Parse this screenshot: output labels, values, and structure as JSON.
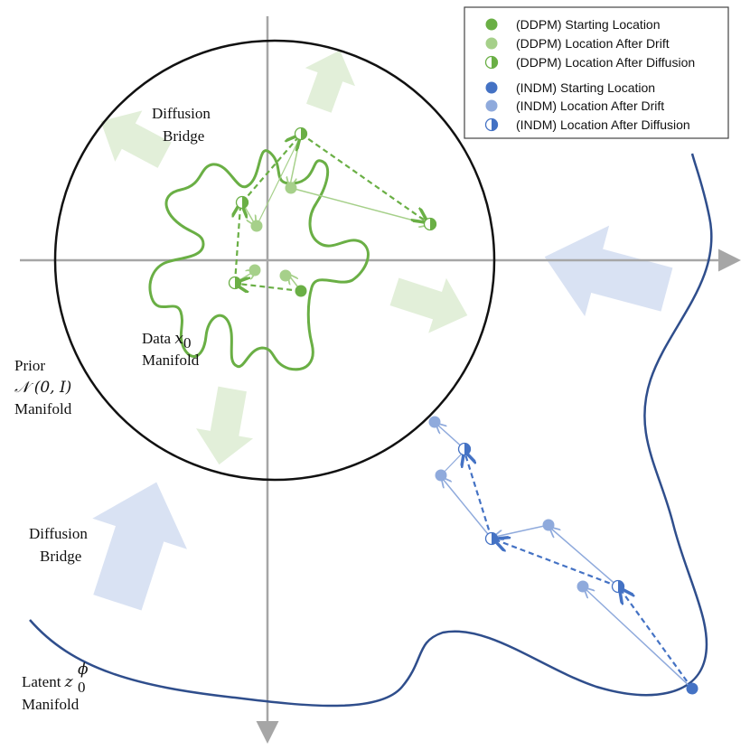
{
  "labels": {
    "diffusion_bridge_top_1": "Diffusion",
    "diffusion_bridge_top_2": "Bridge",
    "data_1": "Data ",
    "data_math": "x",
    "data_sub": "0",
    "data_2": "Manifold",
    "prior_1": "Prior",
    "prior_math": "𝒩 (0, 𝐼)",
    "prior_2": "Manifold",
    "diffusion_bridge_bottom_1": "Diffusion",
    "diffusion_bridge_bottom_2": "Bridge",
    "latent_1": "Latent ",
    "latent_math": "z",
    "latent_sup": "ϕ",
    "latent_sub": "0",
    "latent_2": "Manifold"
  },
  "legend": {
    "items": [
      {
        "label": "(DDPM) Starting Location",
        "style": "full",
        "color": "#6aaf45"
      },
      {
        "label": "(DDPM) Location After Drift",
        "style": "light",
        "color": "#a6d08a"
      },
      {
        "label": "(DDPM) Location After Diffusion",
        "style": "half",
        "color": "#6aaf45"
      },
      {
        "label": "(INDM) Starting Location",
        "style": "full",
        "color": "#4472c4"
      },
      {
        "label": "(INDM) Location After Drift",
        "style": "light",
        "color": "#8faadc"
      },
      {
        "label": "(INDM) Location After Diffusion",
        "style": "half",
        "color": "#4472c4"
      }
    ]
  },
  "colors": {
    "green": "#6aaf45",
    "green_light": "#a6d08a",
    "green_arrow": "#e2efd9",
    "blue": "#4472c4",
    "blue_dark": "#2f4e8c",
    "blue_light": "#8faadc",
    "blue_arrow": "#d9e2f3",
    "axis": "#a6a6a6"
  }
}
